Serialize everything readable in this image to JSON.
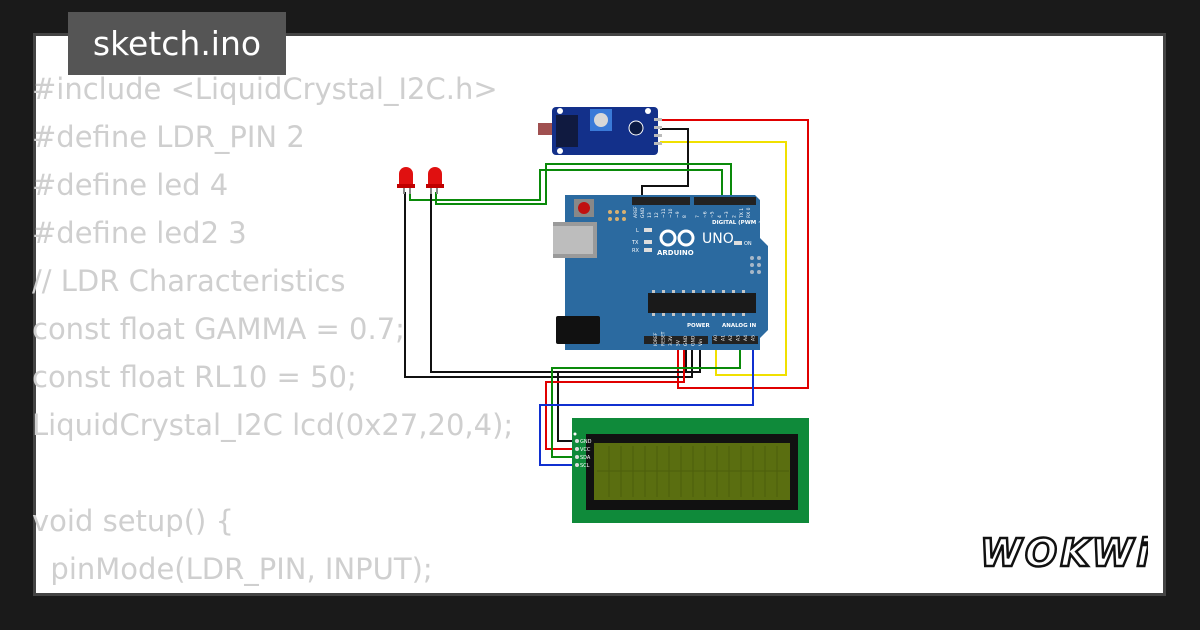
{
  "title": "sketch.ino",
  "code_lines": [
    "#include <LiquidCrystal_I2C.h>",
    "#define LDR_PIN 2",
    "#define led 4",
    "#define led2 3",
    "// LDR Characteristics",
    "const float GAMMA = 0.7;",
    "const float RL10 = 50;",
    "LiquidCrystal_I2C lcd(0x27,20,4);",
    "",
    "void setup() {",
    "  pinMode(LDR_PIN, INPUT);"
  ],
  "logo_text": "WOKWi",
  "board": {
    "brand": "ARDUINO",
    "model": "UNO",
    "digital_label": "DIGITAL (PWM ~)",
    "power_label": "POWER",
    "analog_label": "ANALOG IN",
    "on_label": "ON",
    "l_label": "L",
    "tx_label": "TX",
    "rx_label": "RX",
    "digital_pins": [
      "AREF",
      "GND",
      "13",
      "12",
      "~11",
      "~10",
      "~9",
      "8",
      "7",
      "~6",
      "~5",
      "4",
      "~3",
      "2",
      "TX 1",
      "RX 0"
    ],
    "power_pins": [
      "IOREF",
      "RESET",
      "3.3V",
      "5V",
      "GND",
      "GND",
      "Vin"
    ],
    "analog_pins": [
      "A0",
      "A1",
      "A2",
      "A3",
      "A4",
      "A5"
    ]
  },
  "lcd": {
    "pins": [
      "GND",
      "VCC",
      "SDA",
      "SCL"
    ]
  },
  "wire_colors": {
    "red": "#e00000",
    "yellow": "#f0e000",
    "green": "#0a8a0a",
    "black": "#111111",
    "blue": "#1030d0"
  },
  "colors": {
    "board": "#2b6aa0",
    "lcd_pcb": "#0f8a3a",
    "lcd_screen": "#5a6e10",
    "sensor_pcb": "#13308a",
    "led": "#e01010"
  }
}
